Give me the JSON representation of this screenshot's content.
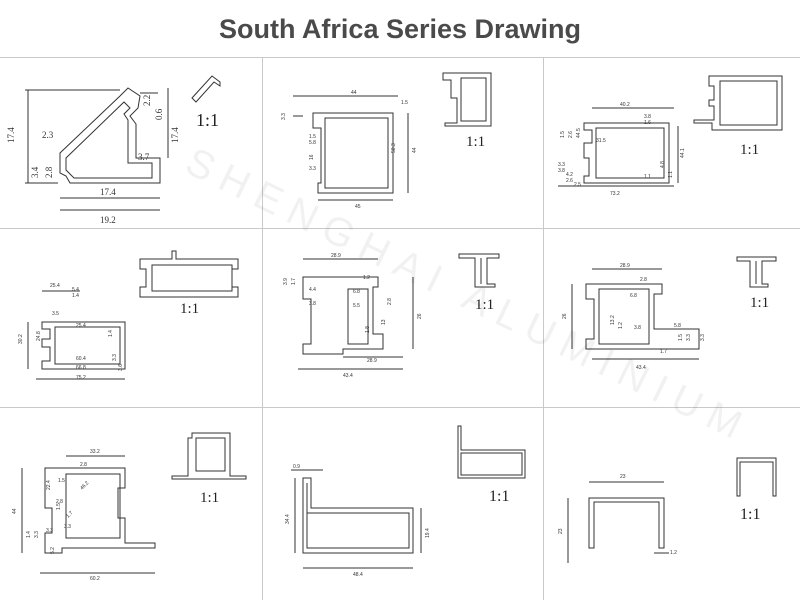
{
  "title": "South Africa Series Drawing",
  "watermark": "SHENGHAI ALUMINIUM",
  "colors": {
    "grid": "#c9c9c9",
    "line": "#333333",
    "title": "#4a4a4a"
  },
  "cells": [
    {
      "scale": "1:1",
      "dims": [
        "17.4",
        "2.3",
        "3.4",
        "2.8",
        "3.7",
        "2.2",
        "0.6",
        "17.4",
        "17.4",
        "19.2"
      ]
    },
    {
      "scale": "1:1",
      "dims": [
        "44",
        "3.3",
        "1.5",
        "5.8",
        "16",
        "3.3",
        "1.5",
        "50.3",
        "44",
        "45"
      ]
    },
    {
      "scale": "1:1",
      "dims": [
        "40.2",
        "3.8",
        "1.6",
        "1.5",
        "2.6",
        "44.5",
        "31.5",
        "4.8",
        "1.1",
        "3.3",
        "3.8",
        "44.1",
        "4.2",
        "2.6",
        "2.5",
        "1.1",
        "73.2"
      ]
    },
    {
      "scale": "1:1",
      "dims": [
        "25.4",
        "5.4",
        "1.4",
        "3.5",
        "25.4",
        "30.2",
        "24.8",
        "1.4",
        "60.4",
        "3.3",
        "3.6",
        "66.8",
        "75.2"
      ]
    },
    {
      "scale": "1:1",
      "dims": [
        "28.9",
        "3.9",
        "1.7",
        "6.8",
        "5.5",
        "4.4",
        "3.8",
        "1.2",
        "2.8",
        "13",
        "1.8",
        "28.9",
        "26",
        "43.4"
      ]
    },
    {
      "scale": "1:1",
      "dims": [
        "28.9",
        "2.8",
        "6.8",
        "26",
        "13.2",
        "1.2",
        "3.8",
        "5.8",
        "1.5",
        "3.3",
        "1.7",
        "3.3",
        "43.4"
      ]
    },
    {
      "scale": "1:1",
      "dims": [
        "33.2",
        "2.8",
        "22.4",
        "1.5",
        "46.2",
        "2.8",
        "1.5",
        "1.7",
        "3.3",
        "1.4",
        "3.3",
        "3.3",
        "44",
        "5.2",
        "60.2"
      ]
    },
    {
      "scale": "1:1",
      "dims": [
        "0.9",
        "34.4",
        "19.4",
        "48.4"
      ]
    },
    {
      "scale": "1:1",
      "dims": [
        "23",
        "23",
        "1.2"
      ]
    }
  ]
}
